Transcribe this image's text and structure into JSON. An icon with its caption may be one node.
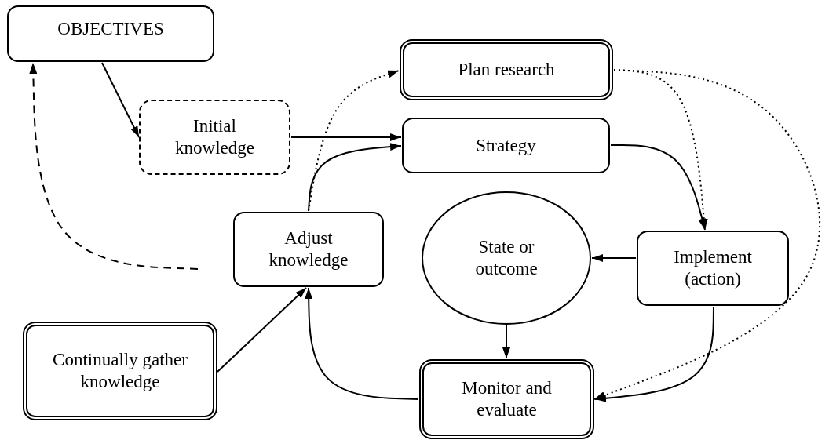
{
  "diagram": {
    "nodes": [
      {
        "text": [
          "OBJECTIVES"
        ]
      },
      {
        "text": [
          "Plan research"
        ]
      },
      {
        "text": [
          "Initial knowledge"
        ]
      },
      {
        "text": [
          "Strategy"
        ]
      },
      {
        "text": [
          "State or outcome"
        ]
      },
      {
        "text": [
          "Adjust knowledge"
        ]
      },
      {
        "text": [
          "Implement (action)"
        ]
      },
      {
        "text": [
          "Continually gather knowledge"
        ]
      },
      {
        "text": [
          "Monitor and evaluate"
        ]
      }
    ],
    "edges": [
      {
        "from": 0,
        "to": 2,
        "arrow": "to"
      },
      {
        "from": 2,
        "to": 3,
        "arrow": "to"
      },
      {
        "from": 3,
        "to": 6,
        "arrow": "to"
      },
      {
        "from": 5,
        "to": 3,
        "arrow": "to"
      },
      {
        "from": 5,
        "to": 1,
        "arrow": "to",
        "style": "dashed"
      },
      {
        "from": 1,
        "to": 6,
        "arrow": "to",
        "style": "dashed"
      },
      {
        "from": 1,
        "to": 8,
        "arrow": "to",
        "style": "dashed"
      },
      {
        "from": 6,
        "to": 4,
        "arrow": "to"
      },
      {
        "from": 4,
        "to": 8,
        "arrow": "to"
      },
      {
        "from": 6,
        "to": 8,
        "arrow": "to"
      },
      {
        "from": 8,
        "to": 5,
        "arrow": "to"
      },
      {
        "from": 7,
        "to": 5,
        "arrow": "to"
      },
      {
        "from": null,
        "to": 0,
        "arrow": "to",
        "style": "dashed"
      }
    ]
  }
}
